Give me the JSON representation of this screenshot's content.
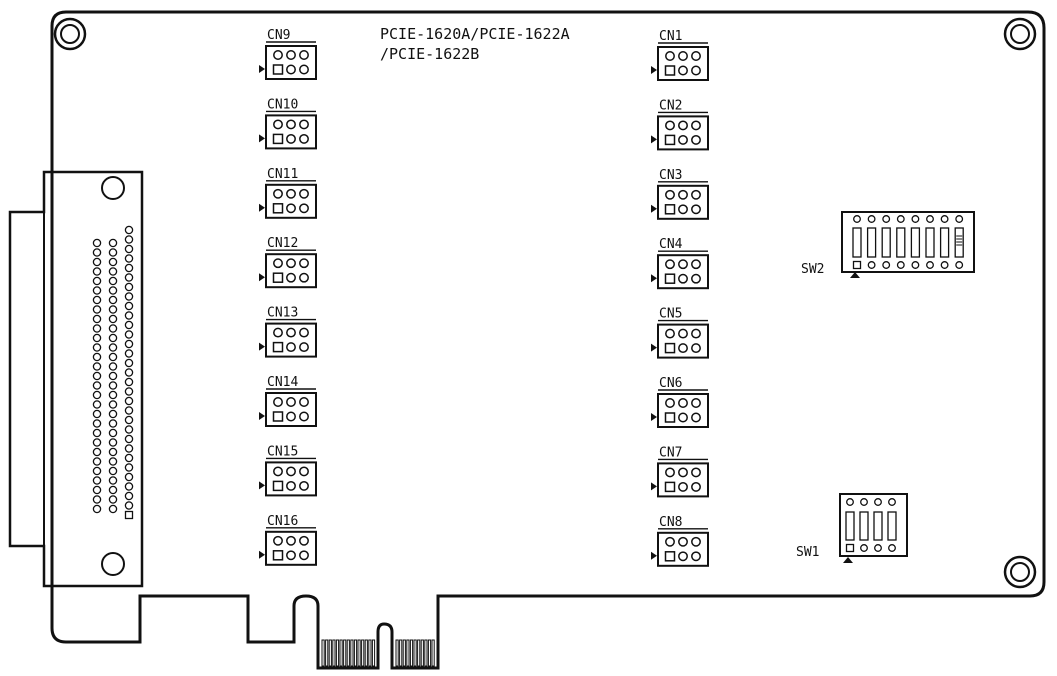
{
  "board": {
    "title_line1": "PCIE-1620A/PCIE-1622A",
    "title_line2": "/PCIE-1622B"
  },
  "connectors": {
    "left": [
      "CN9",
      "CN10",
      "CN11",
      "CN12",
      "CN13",
      "CN14",
      "CN15",
      "CN16"
    ],
    "right": [
      "CN1",
      "CN2",
      "CN3",
      "CN4",
      "CN5",
      "CN6",
      "CN7",
      "CN8"
    ]
  },
  "switches": {
    "sw2": {
      "label": "SW2",
      "positions": 8
    },
    "sw1": {
      "label": "SW1",
      "positions": 4
    }
  }
}
